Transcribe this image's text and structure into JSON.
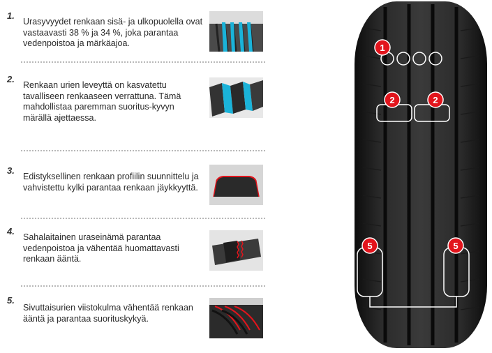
{
  "features": [
    {
      "number": "1.",
      "text": "Urasyvyydet renkaan sisä- ja ulkopuolella ovat vastaavasti 38 % ja 34 %, joka parantaa vedenpoistoa ja märkäajoa."
    },
    {
      "number": "2.",
      "text": "Renkaan urien leveyttä on kasvatettu tavalliseen renkaaseen verrattuna. Tämä mahdollistaa paremman suoritus-kyvyn märällä ajettaessa."
    },
    {
      "number": "3.",
      "text": "Edistyksellinen renkaan profiilin suunnittelu ja vahvistettu kylki parantaa renkaan jäykkyyttä."
    },
    {
      "number": "4.",
      "text": "Sahalaitainen uraseinämä parantaa vedenpoistoa ja vähentää huomattavasti renkaan ääntä."
    },
    {
      "number": "5.",
      "text": "Sivuttaisurien viistokulma vähentää renkaan ääntä ja parantaa suorituskykyä."
    }
  ],
  "tire_markers": [
    {
      "label": "1"
    },
    {
      "label": "2"
    },
    {
      "label": "2"
    },
    {
      "label": "5"
    },
    {
      "label": "5"
    }
  ],
  "colors": {
    "marker_red": "#e2141c",
    "water_blue": "#1ab3d9",
    "tire_dark": "#1c1c1c"
  }
}
